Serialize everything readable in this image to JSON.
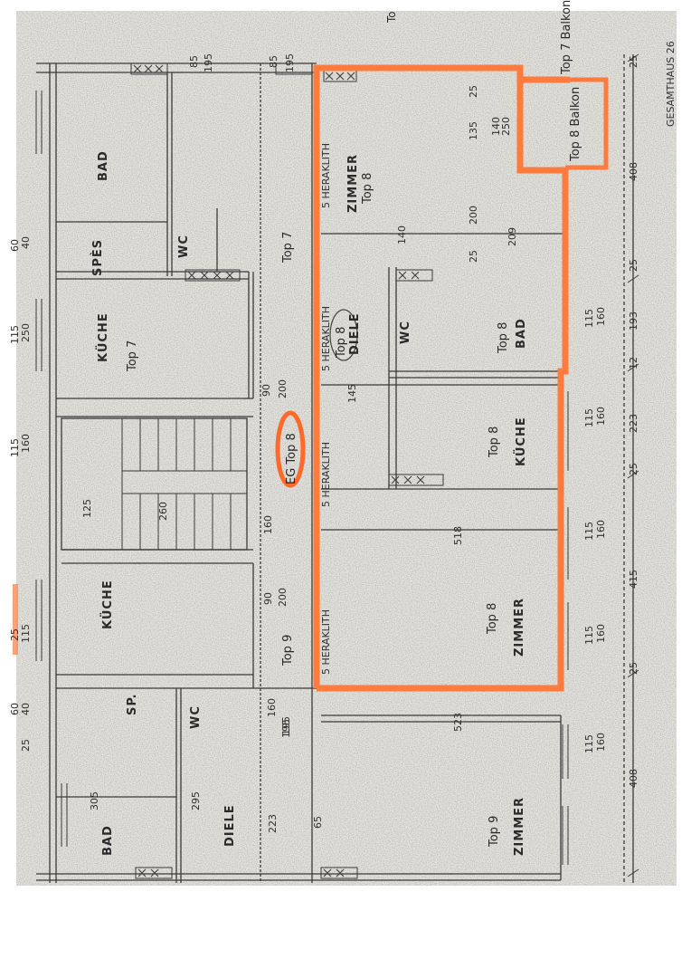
{
  "plan": {
    "header_label": "GESAMTHAUS 26",
    "top_corner": "To",
    "highlight_color": "#ff7a3d",
    "rooms": {
      "bad_top7": "BAD",
      "spes_top7": "SPÈS",
      "wc_top7": "WC",
      "kueche_top7": "KÜCHE",
      "top7_label": "Top 7",
      "top7_upper": "Top 7",
      "zimmer_top8": "ZIMMER",
      "top8_a": "Top 8",
      "wc_top8": "WC",
      "diele_top8": "DIELE",
      "top8_circle": "Top 8",
      "bad_top8": "BAD",
      "top8_bad": "Top 8",
      "kueche_top8": "KÜCHE",
      "top8_kueche": "Top 8",
      "eg_top8": "EG Top 8",
      "zimmer_top8_b": "ZIMMER",
      "top8_b": "Top 8",
      "kueche_top9": "KÜCHE",
      "top9_label": "Top 9",
      "wc_top9": "WC",
      "sp_top9": "SP.",
      "bad_top9": "BAD",
      "diele_top9": "DIELE",
      "zimmer_top9": "ZIMMER",
      "top9_b": "Top 9",
      "balkon_top7": "Top 7 Balkon",
      "balkon_top8": "Top 8 Balkon"
    },
    "notes": {
      "hwz1": "5 HERAKLITH",
      "hwz2": "5 HERAKLITH",
      "hwz3": "5 HERAKLITH",
      "hwz4": "5 HERAKLITH"
    },
    "dims": {
      "d1": "85",
      "d2": "195",
      "d3": "85",
      "d4": "195",
      "d5": "25",
      "d6": "135",
      "d7": "140",
      "d8": "250",
      "d9": "25",
      "d10": "408",
      "d11": "25",
      "d12": "200",
      "d13": "140",
      "d14": "209",
      "d15": "25",
      "d16": "160",
      "d17": "115",
      "d18": "193",
      "d19": "12",
      "d20": "160",
      "d21": "115",
      "d22": "223",
      "d23": "25",
      "d24": "160",
      "d25": "115",
      "d26": "415",
      "d27": "25",
      "d28": "160",
      "d29": "115",
      "d30": "408",
      "d31": "160",
      "d32": "115",
      "d33": "518",
      "d34": "523",
      "d35": "145",
      "d36": "90",
      "d37": "200",
      "d38": "160",
      "d39": "90",
      "d40": "200",
      "d41": "160",
      "d42": "195",
      "d43": "125",
      "d44": "260",
      "d45": "160",
      "d46": "115",
      "d47": "250",
      "d48": "115",
      "d49": "40",
      "d50": "60",
      "d51": "115",
      "d52": "25",
      "d53": "40",
      "d54": "60",
      "d55": "25",
      "d56": "305",
      "d57": "295",
      "d58": "223",
      "d59": "195",
      "d60": "65"
    }
  }
}
